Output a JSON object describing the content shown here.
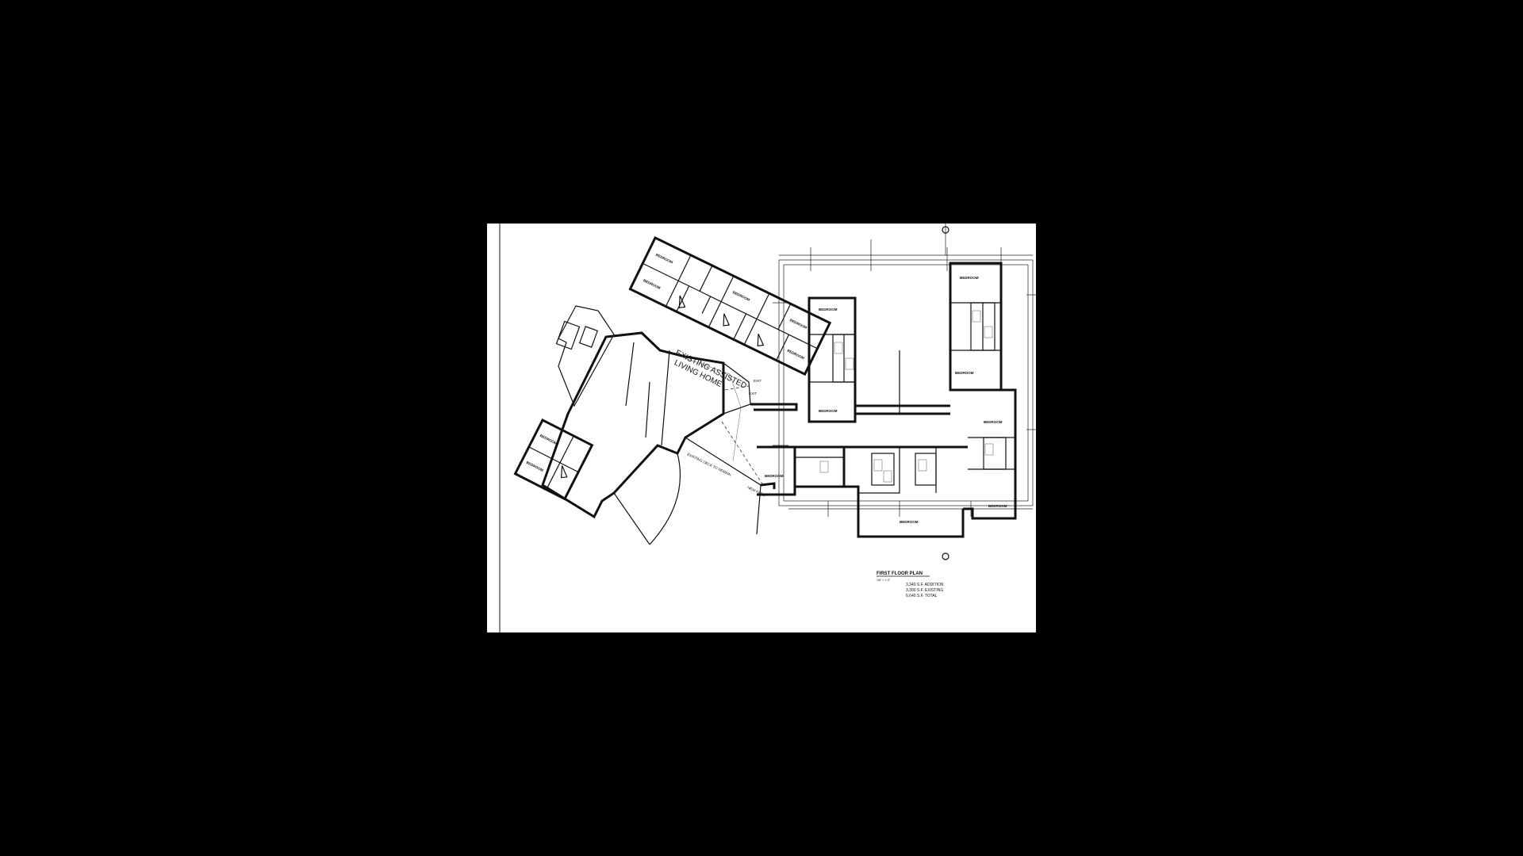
{
  "plan": {
    "existing_label_line1": "EXISTING ASSISTED",
    "existing_label_line2": "LIVING HOME",
    "title": "FIRST FLOOR PLAN",
    "scale": "1/8\" = 1'-0\"",
    "area_addition": "3,340 S.F. ADDITION",
    "area_existing": "3,300 S.F. EXISTING",
    "area_total": "6,640 S.F. TOTAL",
    "exit_label": "EXIT",
    "deck_label": "EXISTING DECK TO REMAIN",
    "patio_label": "NEW PATIO",
    "bedroom_label": "BEDROOM"
  }
}
